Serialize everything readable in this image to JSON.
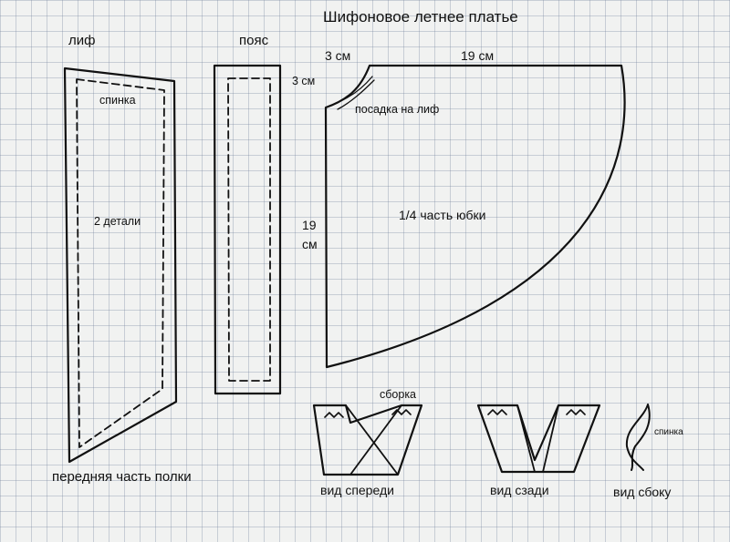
{
  "title": "Шифоновое летнее платье",
  "bodice": {
    "heading": "лиф",
    "back_label": "спинка",
    "pieces_label": "2 детали",
    "front_label": "передняя часть полки"
  },
  "belt": {
    "heading": "пояс"
  },
  "skirt": {
    "top_left_dim": "3 см",
    "top_dim": "19 см",
    "side_small_dim": "3 см",
    "fit_label": "посадка на лиф",
    "left_dim_line1": "19",
    "left_dim_line2": "см",
    "center_label": "1/4 часть юбки"
  },
  "views": {
    "gather_label": "сборка",
    "front_view": "вид спереди",
    "back_view": "вид сзади",
    "side_view": "вид сбоку",
    "side_back_label": "спинка"
  }
}
